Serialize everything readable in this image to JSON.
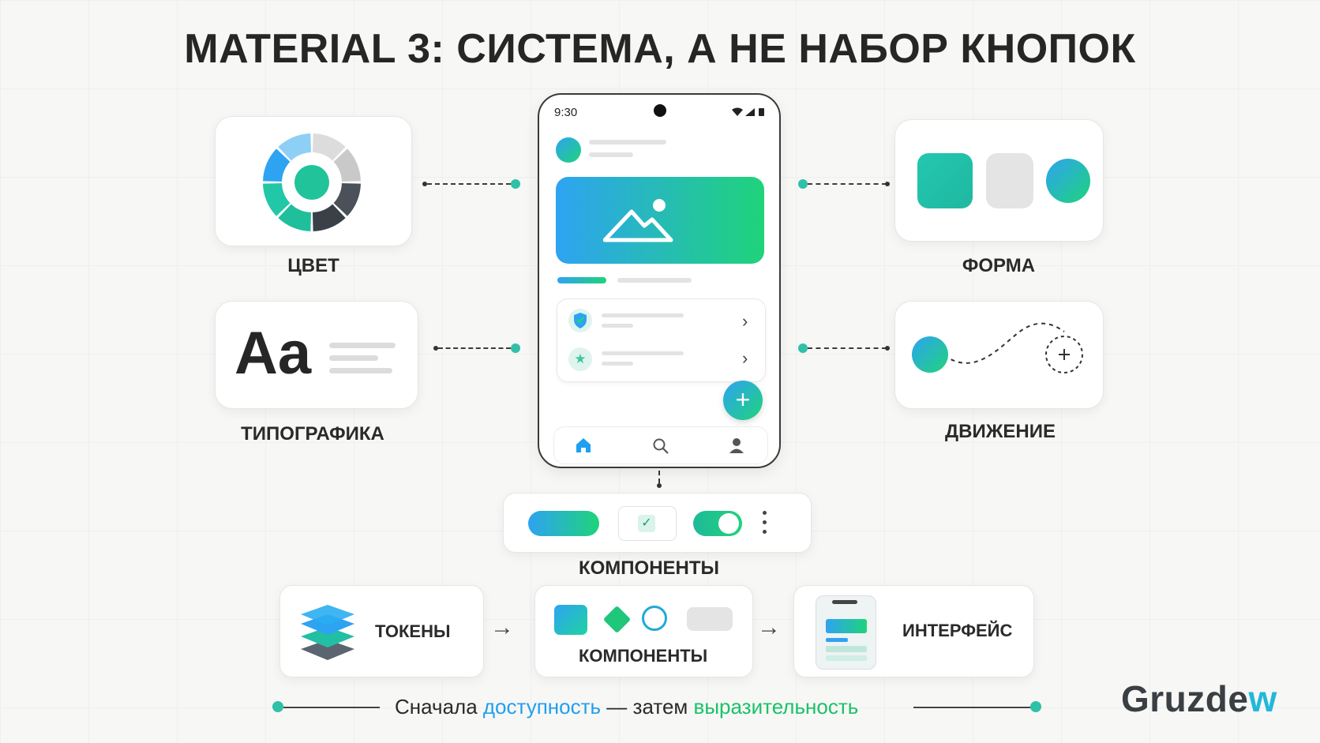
{
  "title": "MATERIAL 3: СИСТЕМА, А НЕ НАБОР КНОПОК",
  "cards": {
    "color": "ЦВЕТ",
    "typography": "ТИПОГРАФИКА",
    "typography_sample": "Aa",
    "shape": "ФОРМА",
    "motion": "ДВИЖЕНИЕ",
    "components": "КОМПОНЕНТЫ"
  },
  "phone": {
    "time": "9:30"
  },
  "flow": {
    "tokens": "ТОКЕНЫ",
    "components": "КОМПОНЕНТЫ",
    "interface": "ИНТЕРФЕЙС",
    "arrow": "→"
  },
  "tagline": {
    "part1": "Сначала ",
    "accent1": "доступность",
    "part2": " — затем ",
    "accent2": "выразительность"
  },
  "brand": {
    "name_main": "Gruzde",
    "name_accent": "w"
  },
  "colors": {
    "accent_blue": "#2ea3f2",
    "accent_green": "#1fd37a",
    "teal": "#2fc0a8"
  }
}
